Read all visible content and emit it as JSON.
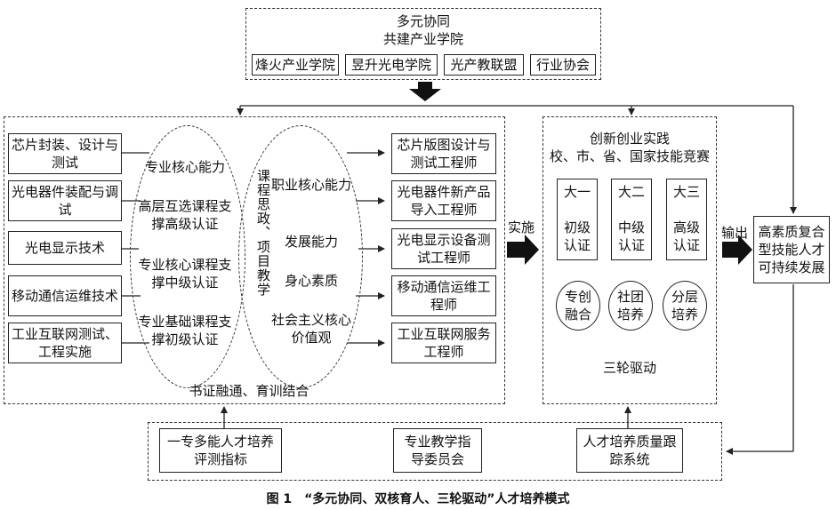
{
  "top": {
    "title_line1": "多元协同",
    "title_line2": "共建产业学院",
    "partners": [
      "烽火产业学院",
      "昱升光电学院",
      "光产教联盟",
      "行业协会"
    ]
  },
  "left": {
    "courses": [
      "芯片封装、设计与测试",
      "光电器件装配与调试",
      "光电显示技术",
      "移动通信运维技术",
      "工业互联网测试、工程实施"
    ],
    "core1": {
      "items": [
        "专业核心能力",
        "高层互选课程支撑高级认证",
        "专业核心课程支撑中级认证",
        "专业基础课程支撑初级认证"
      ]
    },
    "core_center": "课程思政、项目教学",
    "core2": {
      "items": [
        "职业核心能力",
        "发展能力",
        "身心素质",
        "社会主义核心价值观"
      ]
    },
    "jobs": [
      "芯片版图设计与测试工程师",
      "光电器件新产品导入工程师",
      "光电显示设备测试工程师",
      "移动通信运维工程师",
      "工业互联网服务工程师"
    ],
    "footer": "书证融通、育训结合"
  },
  "implement_label": "实施",
  "middle": {
    "title_line1": "创新创业实践",
    "title_line2": "校、市、省、国家技能竞赛",
    "years": [
      {
        "year": "大一",
        "cert": "初级认证"
      },
      {
        "year": "大二",
        "cert": "中级认证"
      },
      {
        "year": "大三",
        "cert": "高级认证"
      }
    ],
    "wheels": [
      "专创融合",
      "社团培养",
      "分层培养"
    ],
    "footer": "三轮驱动"
  },
  "output_label": "输出",
  "outcome": "高素质复合型技能人才可持续发展",
  "bottom": {
    "items": [
      "一专多能人才培养评测指标",
      "专业教学指导委员会",
      "人才培养质量跟踪系统"
    ]
  },
  "caption": "图 1　“多元协同、双核育人、三轮驱动”人才培养模式"
}
